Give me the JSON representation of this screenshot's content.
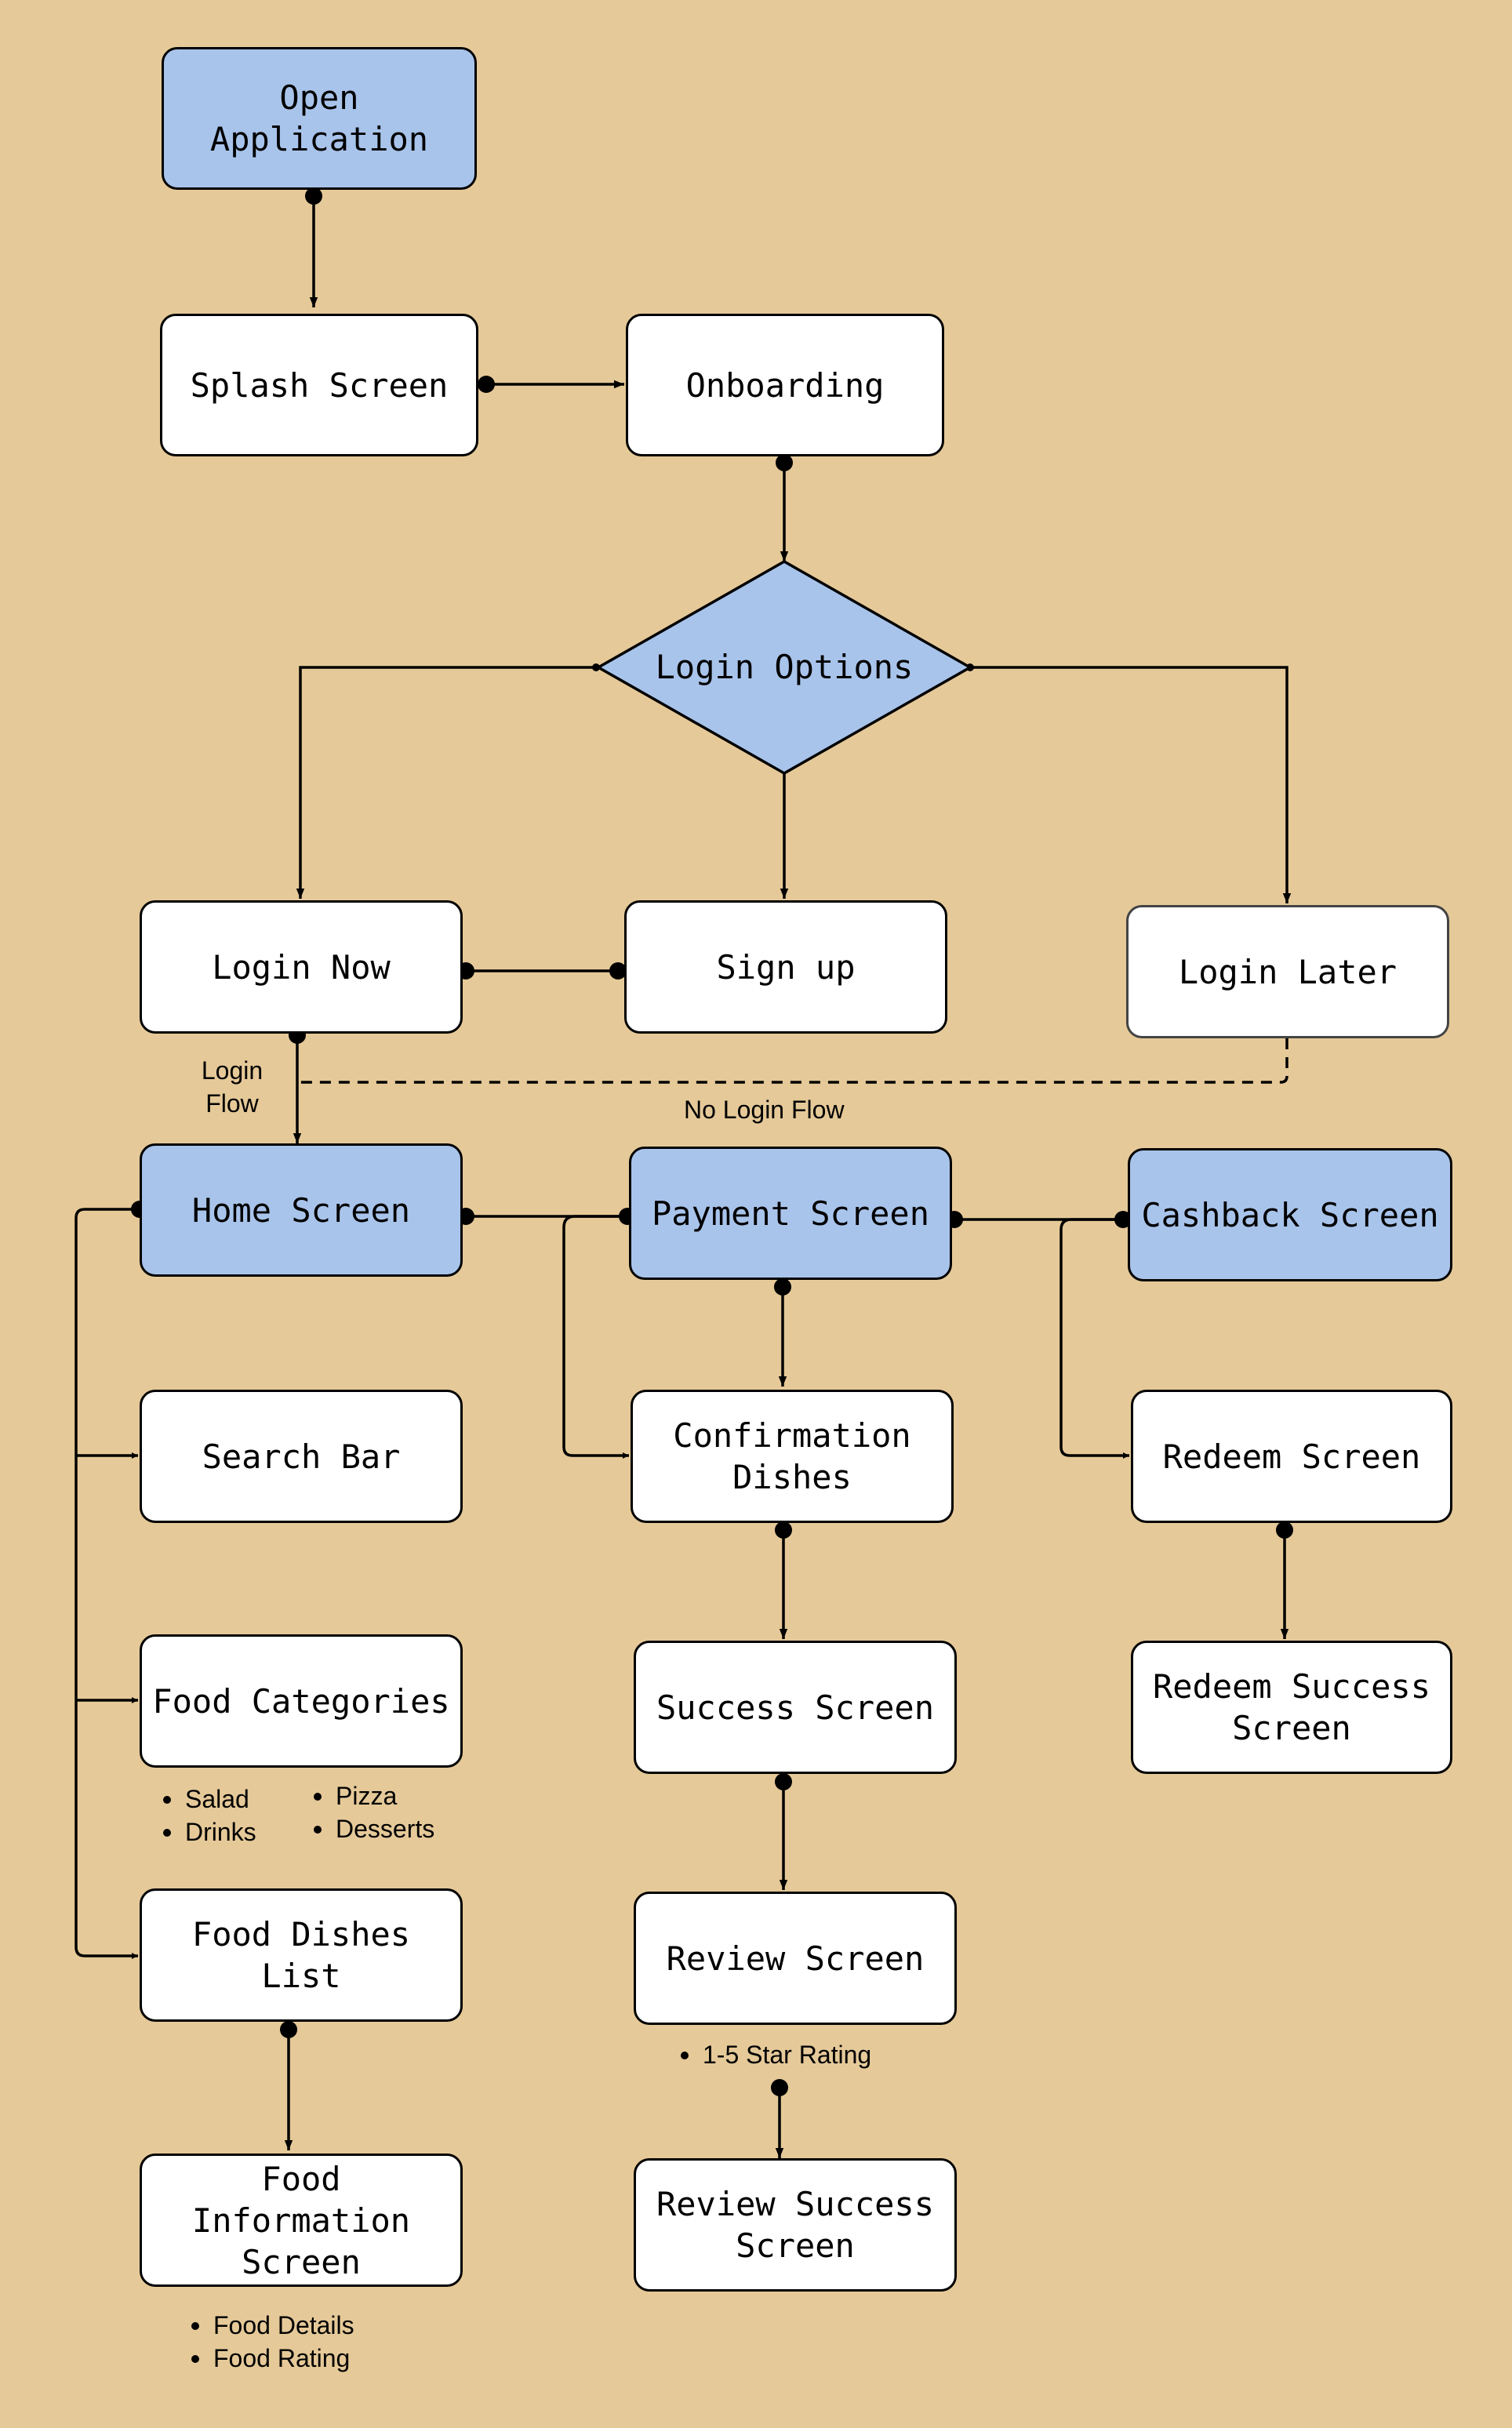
{
  "nodes": {
    "open_application": "Open\nApplication",
    "splash_screen": "Splash Screen",
    "onboarding": "Onboarding",
    "login_options": "Login Options",
    "login_now": "Login Now",
    "sign_up": "Sign up",
    "login_later": "Login Later",
    "home_screen": "Home Screen",
    "payment_screen": "Payment Screen",
    "cashback_screen": "Cashback Screen",
    "search_bar": "Search Bar",
    "confirmation_dishes": "Confirmation\nDishes",
    "redeem_screen": "Redeem Screen",
    "food_categories": "Food Categories",
    "success_screen": "Success Screen",
    "redeem_success_screen": "Redeem Success\nScreen",
    "food_dishes_list": "Food Dishes\nList",
    "review_screen": "Review Screen",
    "food_information_screen": "Food\nInformation\nScreen",
    "review_success_screen": "Review Success\nScreen"
  },
  "labels": {
    "login_flow": "Login\nFlow",
    "no_login_flow": "No Login Flow"
  },
  "bullets": {
    "food_categories_col1": [
      "Salad",
      "Drinks"
    ],
    "food_categories_col2": [
      "Pizza",
      "Desserts"
    ],
    "review": [
      "1-5 Star Rating"
    ],
    "food_information": [
      "Food Details",
      "Food Rating"
    ]
  },
  "colors": {
    "background": "#e5c998",
    "highlight_node": "#a9c4eb",
    "default_node": "#ffffff",
    "stroke": "#000000"
  }
}
